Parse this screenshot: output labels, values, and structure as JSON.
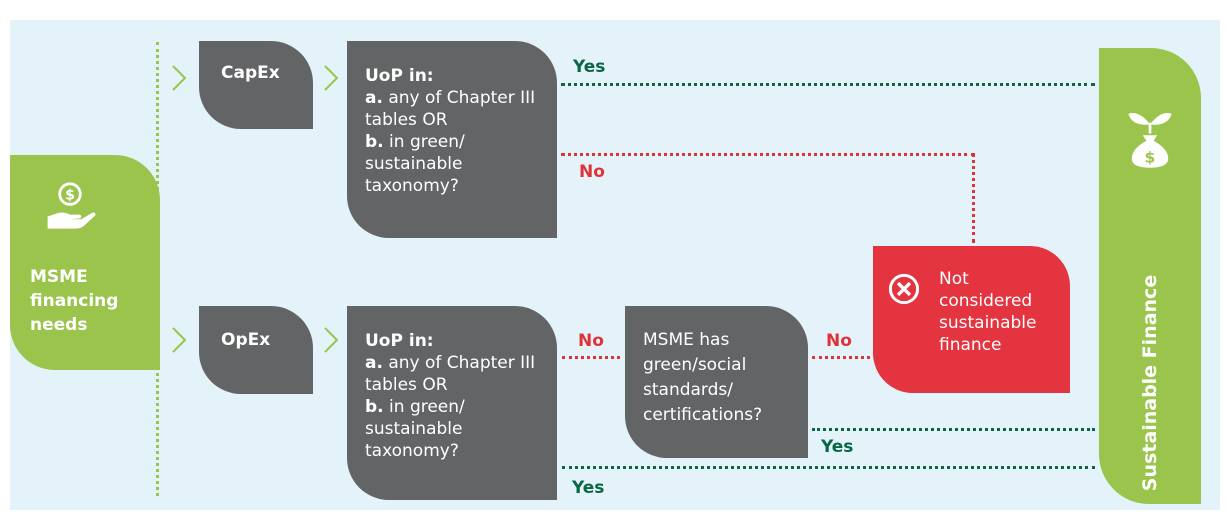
{
  "diagram": {
    "start": {
      "label": "MSME financing needs",
      "icon": "dollar-in-hand-icon"
    },
    "capex": {
      "label": "CapEx"
    },
    "opex": {
      "label": "OpEx"
    },
    "uop_box": {
      "title": "UoP in:",
      "a_prefix": "a.",
      "a_text": " any of Chapter III tables OR",
      "b_prefix": "b.",
      "b_text": " in green/ sustainable taxonomy?"
    },
    "standards_box": {
      "text": "MSME has green/social standards/ certifications?"
    },
    "not_sustainable": {
      "text": "Not considered sustainable finance",
      "icon": "cross-circle-icon"
    },
    "sustainable": {
      "label": "Sustainable Finance",
      "icon": "plant-money-bag-icon"
    },
    "labels": {
      "yes": "Yes",
      "no": "No"
    },
    "colors": {
      "background": "#e3f3f9",
      "green": "#9ac44b",
      "grey": "#636466",
      "red": "#e4343f",
      "yes_text": "#0a6644",
      "no_text": "#df3437"
    }
  }
}
